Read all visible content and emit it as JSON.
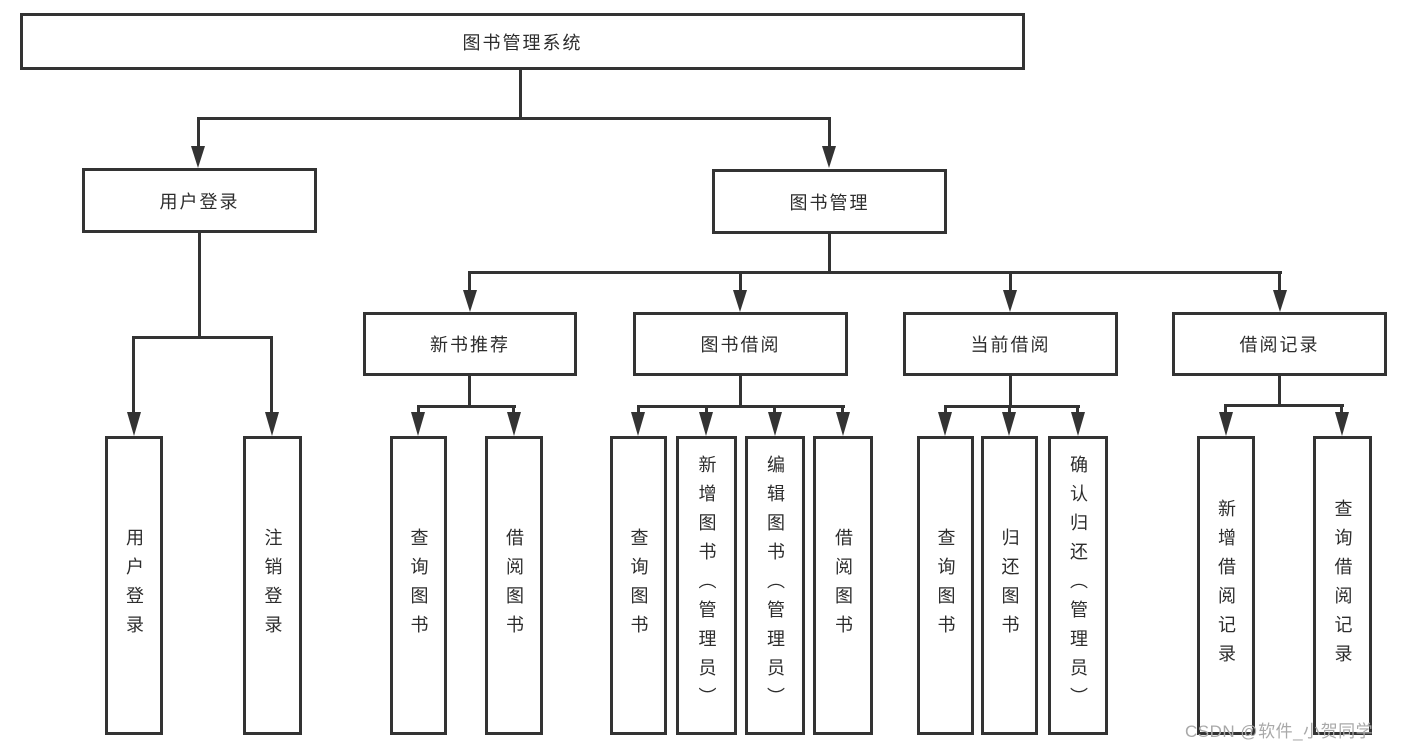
{
  "diagram": {
    "root": {
      "label": "图书管理系统"
    },
    "level2": {
      "user_login": {
        "label": "用户登录"
      },
      "book_management": {
        "label": "图书管理"
      }
    },
    "level3": {
      "new_book_recommend": {
        "label": "新书推荐"
      },
      "book_borrow": {
        "label": "图书借阅"
      },
      "current_borrow": {
        "label": "当前借阅"
      },
      "borrow_record": {
        "label": "借阅记录"
      }
    },
    "leaves": {
      "user_login": [
        "用户登录",
        "注销登录"
      ],
      "new_book_recommend": [
        "查询图书",
        "借阅图书"
      ],
      "book_borrow": [
        "查询图书",
        "新增图书（管理员）",
        "编辑图书（管理员）",
        "借阅图书"
      ],
      "current_borrow": [
        "查询图书",
        "归还图书",
        "确认归还（管理员）"
      ],
      "borrow_record": [
        "新增借阅记录",
        "查询借阅记录"
      ]
    },
    "watermark": "CSDN @软件_小贺同学",
    "colors": {
      "line": "#333333",
      "box_background": "#ffffff",
      "text": "#2d2d2d",
      "watermark": "#a9a9a9"
    }
  }
}
